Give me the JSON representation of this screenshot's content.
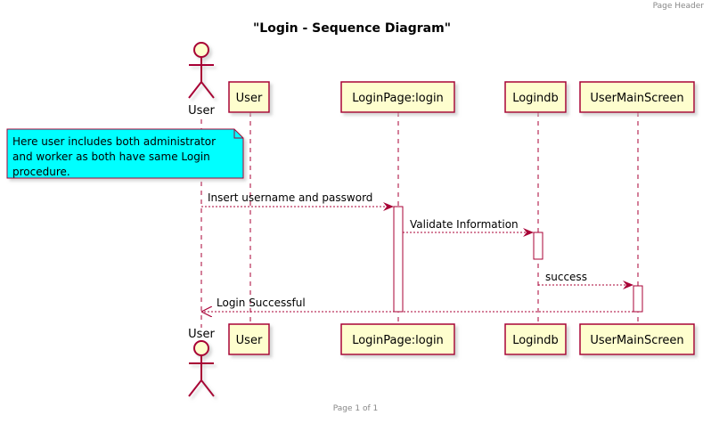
{
  "header": {
    "text": "Page Header"
  },
  "footer": {
    "text": "Page 1 of 1"
  },
  "diagram": {
    "title": "\"Login - Sequence Diagram\"",
    "actor": {
      "label": "User"
    },
    "participants": {
      "user": "User",
      "login_page": "LoginPage:login",
      "logindb": "Logindb",
      "main_screen": "UserMainScreen"
    },
    "note": {
      "lines": [
        "Here user includes both administrator",
        "and worker as both have same Login",
        "procedure."
      ]
    },
    "messages": {
      "m1": "Insert username and password",
      "m2": "Validate Information",
      "m3": "success",
      "m4": "Login Successful"
    },
    "colors": {
      "stroke": "#A80036",
      "participant_fill": "#FEFECE",
      "note_fill": "#00FFFF",
      "actor_fill": "#FEFECE"
    }
  }
}
